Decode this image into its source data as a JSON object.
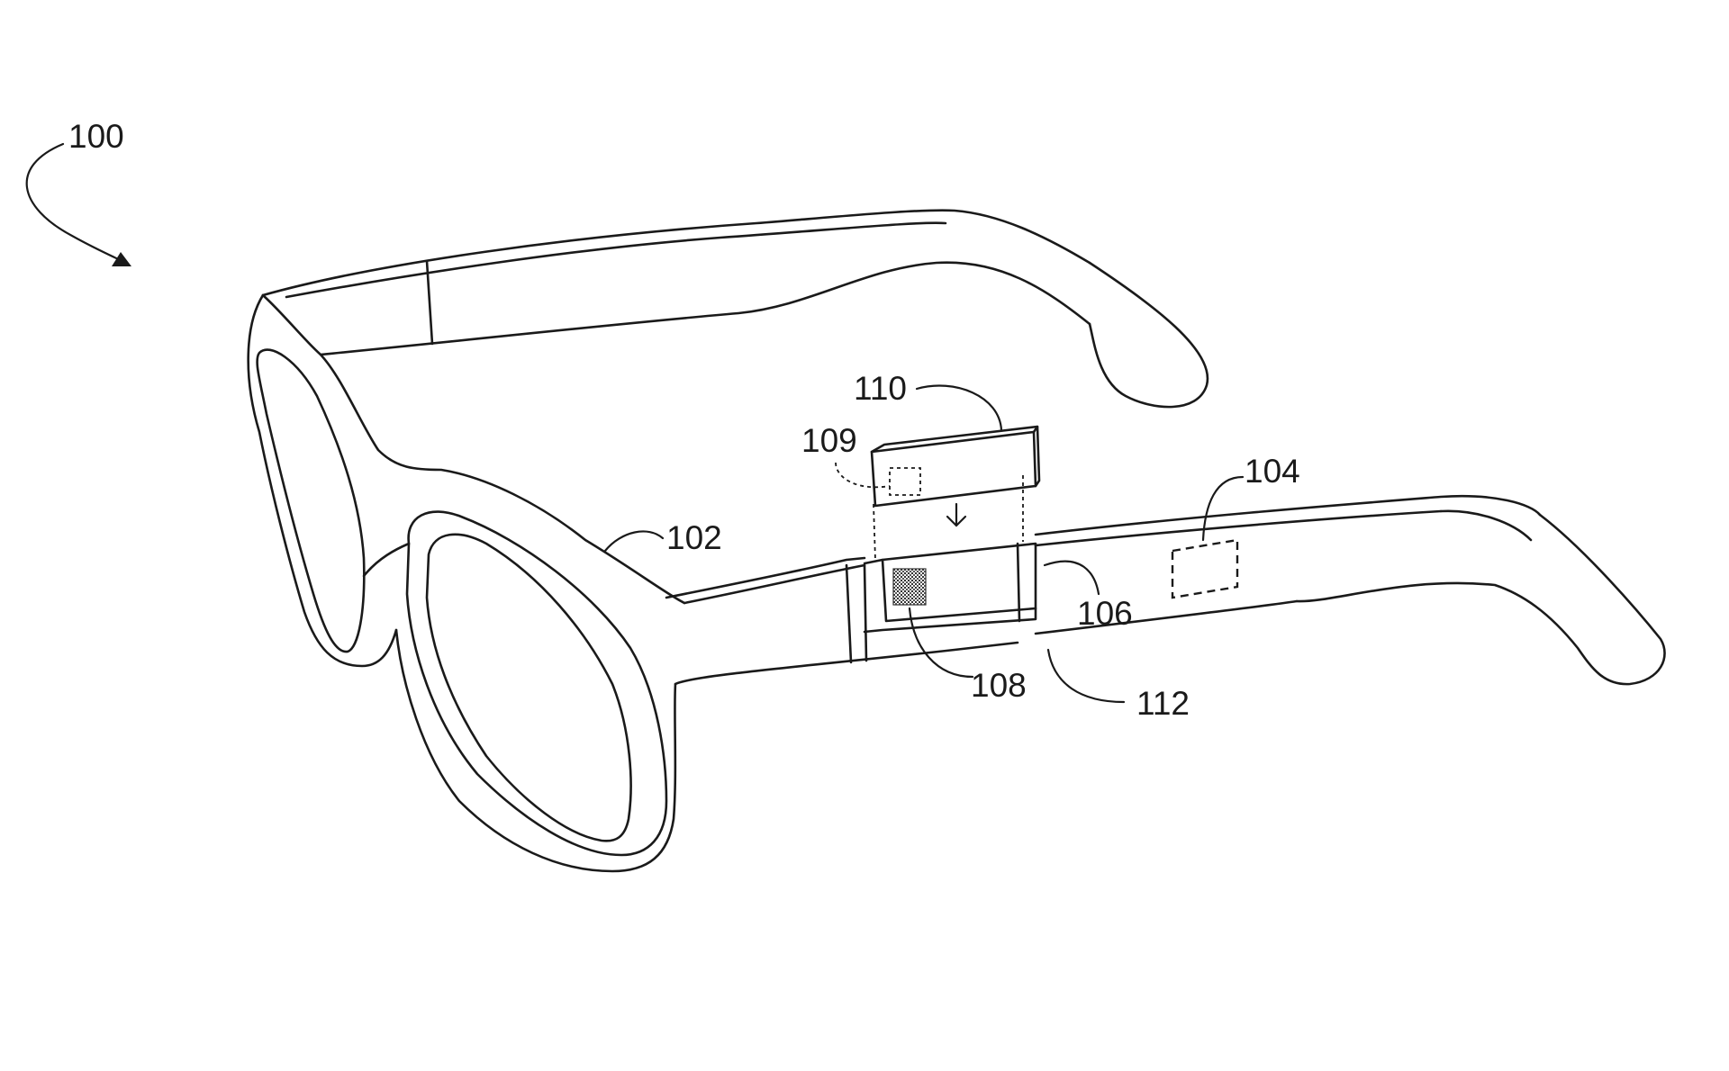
{
  "labels": {
    "r100": "100",
    "r102": "102",
    "r104": "104",
    "r106": "106",
    "r108": "108",
    "r109": "109",
    "r110": "110",
    "r112": "112"
  },
  "colors": {
    "ink": "#1a1a1a",
    "background": "#ffffff"
  }
}
